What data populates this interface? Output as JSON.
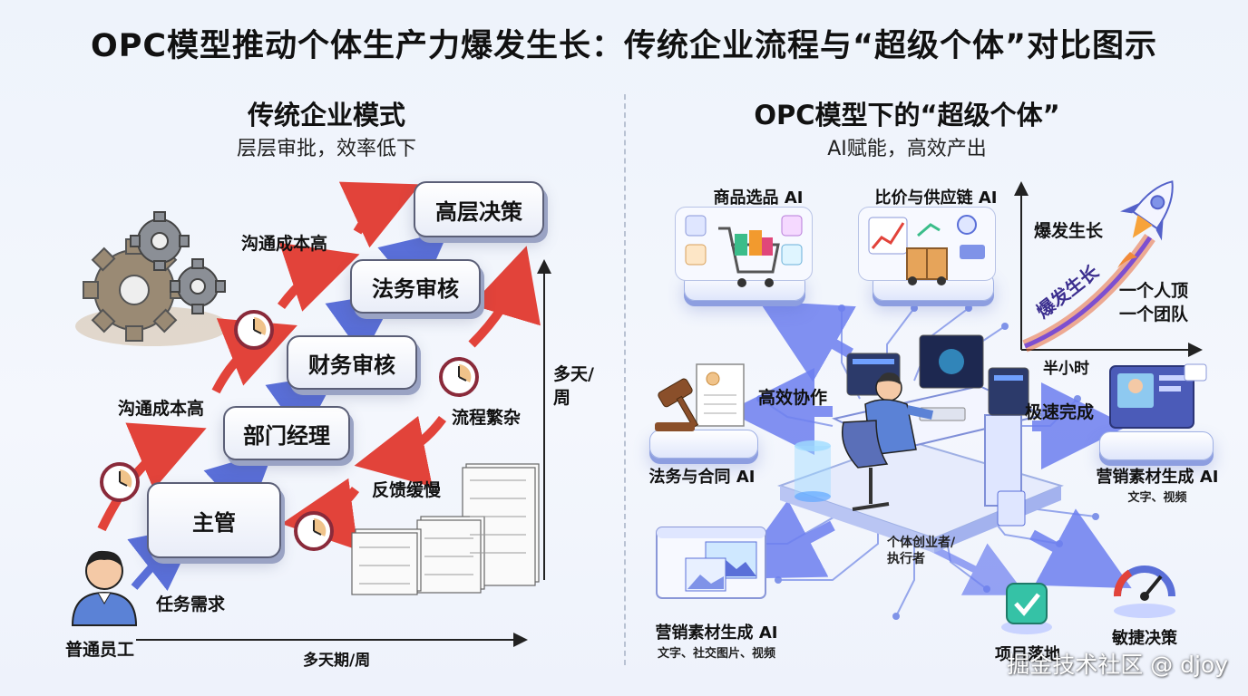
{
  "title": "OPC模型推动个体生产力爆发生长：传统企业流程与“超级个体”对比图示",
  "left": {
    "title": "传统企业模式",
    "subtitle": "层层审批，效率低下",
    "steps": [
      "主管",
      "部门经理",
      "财务审核",
      "法务审核",
      "高层决策"
    ],
    "worker": "普通员工",
    "task_label": "任务需求",
    "cost_label_1": "沟通成本高",
    "cost_label_2": "沟通成本高",
    "feedback_label": "反馈缓慢",
    "process_label": "流程繁杂",
    "y_axis_label": "多天/\n周",
    "x_axis_label": "多天期/周"
  },
  "right": {
    "title": "OPC模型下的“超级个体”",
    "subtitle": "AI赋能，高效产出",
    "nodes": {
      "product_ai": "商品选品 AI",
      "supply_ai": "比价与供应链 AI",
      "legal_ai": "法务与合同 AI",
      "marketing_ai_right": "营销素材生成 AI",
      "marketing_ai_right_sub": "文字、视频",
      "marketing_ai_left": "营销素材生成 AI",
      "marketing_ai_left_sub": "文字、社交图片、视频",
      "project": "项目落地",
      "decision": "敏捷决策"
    },
    "center_label": "个体创业者/\n执行者",
    "collab_label": "高效协作",
    "fast_label": "极速完成",
    "growth": {
      "top_label": "爆发生长",
      "diag_label": "爆发生长",
      "side_label": "一个人顶\n一个团队",
      "x_label": "半小时"
    }
  },
  "watermark": "掘金技术社区 @ djoy",
  "colors": {
    "red_arrow": "#e2433a",
    "blue_arrow": "#5a6fd8",
    "accent": "#6d7ff0"
  }
}
